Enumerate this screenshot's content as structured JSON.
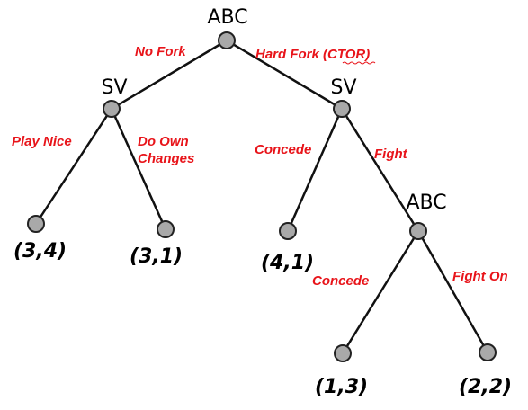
{
  "players": {
    "root": "ABC",
    "sv_left": "SV",
    "sv_right": "SV",
    "abc_inner": "ABC"
  },
  "actions": {
    "no_fork": "No Fork",
    "hard_fork": "Hard Fork (CTOR)",
    "play_nice": "Play Nice",
    "do_own_changes_1": "Do Own",
    "do_own_changes_2": "Changes",
    "concede_sv": "Concede",
    "fight": "Fight",
    "concede_abc": "Concede",
    "fight_on": "Fight On"
  },
  "payoffs": {
    "play_nice": "(3,4)",
    "do_own_changes": "(3,1)",
    "concede_sv": "(4,1)",
    "concede_abc": "(1,3)",
    "fight_on": "(2,2)"
  },
  "colors": {
    "action_label": "#e8141a",
    "node_fill": "#a9a9a9",
    "edge": "#111111"
  }
}
